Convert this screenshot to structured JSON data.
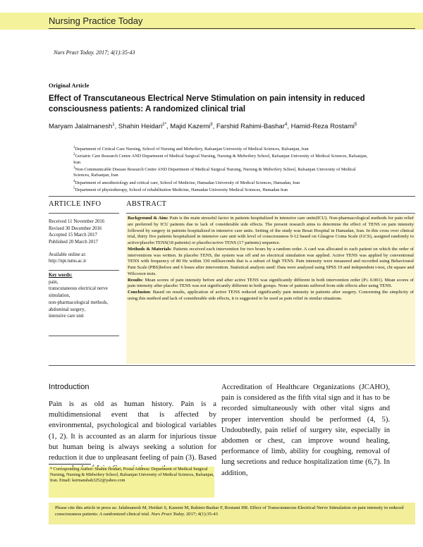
{
  "journal": {
    "name": "Nursing Practice Today"
  },
  "citation": "Nurs Pract Today. 2017; 4(1):35-43",
  "article_type": "Original Article",
  "title": "Effect of Transcutaneous Electrical Nerve Stimulation on pain intensity in reduced consciousness patients: A randomized clinical trial",
  "authors": [
    {
      "name": "Maryam Jalalmanesh",
      "sup": "1"
    },
    {
      "name": "Shahin Heidari",
      "sup": "2*"
    },
    {
      "name": "Majid Kazemi",
      "sup": "3"
    },
    {
      "name": "Farshid Rahimi-Bashar",
      "sup": "4"
    },
    {
      "name": "Hamid-Reza Rostami",
      "sup": "5"
    }
  ],
  "affiliations": [
    {
      "num": "1",
      "text": "Department of Critical Care Nursing, School of Nursing and Midwifery, Rafsanjan University of Medical Sciences, Rafsanjan, Iran"
    },
    {
      "num": "2",
      "text": "Geriatric Care Research Centre AND Department of Medical Surgical Nursing, Nursing & Midwifery School, Rafsanjan University of Medical Sciences, Rafsanjan, Iran"
    },
    {
      "num": "3",
      "text": "Non-Communicable Disease Research Centre AND Department of Medical Surgical Nursing, Nursing & Midwifery School, Rafsanjan University of Medical Sciences, Rafsanjan, Iran"
    },
    {
      "num": "4",
      "text": "Department of anesthesiology and critical care, School of Medicine, Hamadan University of Medical Sciences, Hamadan, Iran"
    },
    {
      "num": "5",
      "text": "Department of physiotherapy, School of rehabilitation Medicine, Hamadan University Medical Sciences, Hamadan Iran"
    }
  ],
  "article_info": {
    "heading": "ARTICLE INFO",
    "dates": [
      "Received 11 November 2016",
      "Revised 30 December 2016",
      "Accepted 15 March 2017",
      "Published 20 March 2017"
    ],
    "available_label": "Available online at:",
    "available_url": "http://npt.tums.ac.ir",
    "keywords_label": "Key words:",
    "keywords": [
      "pain,",
      "transcutaneous electrical nerve simulation,",
      "non-pharmacological methods,",
      "abdominal surgery,",
      "intensive care unit"
    ]
  },
  "abstract": {
    "heading": "ABSTRACT",
    "background_label": "Background & Aim:",
    "background": " Pain is the main stressful factor in patients hospitalized in intensive care units(ICU). Non-pharmacological methods for pain relief are preferred by ICU patients due to lack of considerable side effects. The present research aims to determine the effect of TENS on pain intensity followed by surgery in patients hospitalized in intensive care units. Setting of the study was Besat Hospital in Hamadan, Iran. In this cross over clinical trial, thirty five patients hospitalized in intensive care unit with level of consciousness 9-12 based on Glasgow Coma Scale (GCS), assigned randomly to active/placebo TENS(18 patients) or placebo/active TENS (17 patients) sequence.",
    "methods_label": "Methods & Materials",
    "methods": ": Patients received each intervention for two hours by a random order. A card was allocated to each patient on which the order of interventions was written. In placebo TENS, the system was off and no electrical simulation was applied. Active TENS was applied by conventional TENS with frequency of 80 Hz within 330 milliseconds that is a subset of high TENS. Pain intensity were measured and recorded using Behavioural Pain Scale (PBS)before and 6 hours after intervention. Statistical analysis used: Data were analysed using SPSS 19 and independent t-test, chi square and Wilcoxon tests.",
    "results_label": "Results",
    "results": ": Mean scores of pain intensity before and after active TENS was significantly different in both intervention order (P≤ 0.001). Mean scores of pain intensity after placebo TENS was not significantly different in both groups. None of patients suffered from side effects after using TENS.",
    "conclusion_label": "Conclusion",
    "conclusion": ": Based on results, application of active TENS reduced significantly pain intensity in patients after surgery. Concerning the simplicity of using this method and lack of considerable side effects, it is suggested to be used as pain relief in similar situations."
  },
  "introduction": {
    "heading": "Introduction",
    "left_text": "Pain is as old as human history. Pain is a multidimensional event that is affected by environmental, psychological and biological variables (1, 2). It is accounted as an alarm for injurious tissue but human being is always seeking a solution for reduction it due to unpleasant feeling of pain (3). Based on standards of Joint Commission on the",
    "right_text": "Accreditation of Healthcare Organizations (JCAHO), pain is considered as the fifth vital sign and it has to be recorded simultaneously with other vital signs and proper intervention should be performed (4, 5). Undoubtedly, pain relief of surgery site, especially in abdomen or chest, can improve wound healing, performance of limb, ability for coughing, removal of lung secretions and reduce hospitalization time (6,7). In addition,"
  },
  "footnote": "* Corresponding Author: Shahin Heidari, Postal Address: Department of Medical Surgical Nursing, Nursing & Midwifery School, Rafsanjan University of Medical Sciences, Rafsanjan, Iran. Email: kermanshah3252@yahoo.com",
  "cite_box": {
    "prefix": "Please cite this article in press as: Jalalmanesh M, Heidari S, Kazemi M, Rahimi-Bashar F, Rostami HR. Effect of Transcutaneous Electrical Nerve Stimulation on pain intensity in reduced consciousness patients: A randomized clinical trial. ",
    "journal": "Nurs Pract Today.",
    "suffix": " 2017; 4(1):35-43"
  }
}
